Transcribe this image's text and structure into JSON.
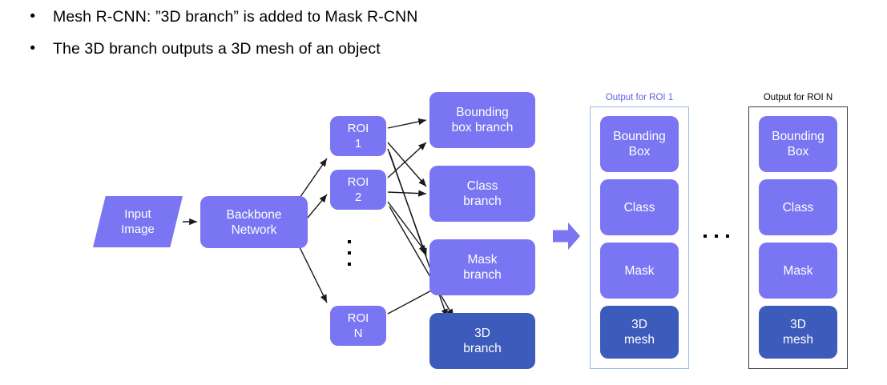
{
  "slide": {
    "bullets": [
      {
        "marker": "•",
        "text": "Mesh R-CNN: ”3D branch” is added to Mask R-CNN"
      },
      {
        "marker": "•",
        "text": "The 3D branch outputs a 3D mesh of an object"
      }
    ]
  },
  "colors": {
    "node_fill": "#7a75f2",
    "node_fill_dark": "#3c5bba",
    "node_text": "#ffffff",
    "panel_border_blue": "#9ab7ef",
    "panel_border_black": "#3d3d3d",
    "panel_label_blue": "#5b63e8",
    "panel_label_black": "#000000",
    "edge": "#1a1a1a",
    "background": "#ffffff"
  },
  "diagram": {
    "input": {
      "line1": "Input",
      "line2": "Image"
    },
    "backbone": {
      "line1": "Backbone",
      "line2": "Network"
    },
    "rois": [
      {
        "line1": "ROI",
        "line2": "1"
      },
      {
        "line1": "ROI",
        "line2": "2"
      },
      {
        "line1": "ROI",
        "line2": "N"
      }
    ],
    "roi_ellipsis": "⋮",
    "branches": [
      {
        "line1": "Bounding",
        "line2": "box branch",
        "dark": false
      },
      {
        "line1": "Class",
        "line2": "branch",
        "dark": false
      },
      {
        "line1": "Mask",
        "line2": "branch",
        "dark": false
      },
      {
        "line1": "3D",
        "line2": "branch",
        "dark": true
      }
    ],
    "flow_arrow": "right-block-arrow",
    "panel_ellipsis": "⋯",
    "panels": [
      {
        "label": "Output for ROI 1",
        "style": "blue",
        "items": [
          {
            "line1": "Bounding",
            "line2": "Box",
            "dark": false
          },
          {
            "line1": "Class",
            "line2": "",
            "dark": false
          },
          {
            "line1": "Mask",
            "line2": "",
            "dark": false
          },
          {
            "line1": "3D",
            "line2": "mesh",
            "dark": true
          }
        ]
      },
      {
        "label": "Output for ROI N",
        "style": "black",
        "items": [
          {
            "line1": "Bounding",
            "line2": "Box",
            "dark": false
          },
          {
            "line1": "Class",
            "line2": "",
            "dark": false
          },
          {
            "line1": "Mask",
            "line2": "",
            "dark": false
          },
          {
            "line1": "3D",
            "line2": "mesh",
            "dark": true
          }
        ]
      }
    ]
  }
}
